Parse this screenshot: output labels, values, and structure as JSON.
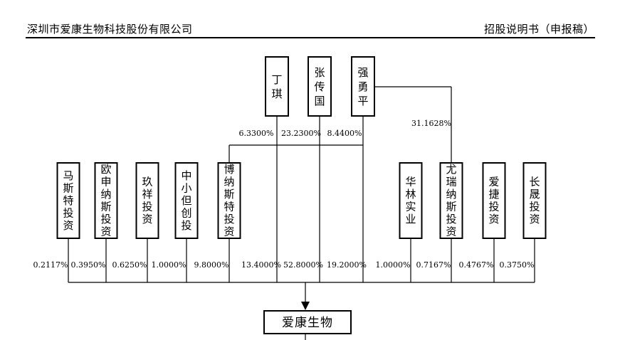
{
  "header": {
    "left": "深圳市爱康生物科技股份有限公司",
    "right": "招股说明书（申报稿）"
  },
  "top_shareholders": [
    {
      "id": "dingqi",
      "name": "丁琪"
    },
    {
      "id": "zhangchuanguo",
      "name": "张传国"
    },
    {
      "id": "qiangyongping",
      "name": "强勇平"
    }
  ],
  "bonaxi_holdings": [
    {
      "from": "丁琪",
      "pct": "6.3300%"
    },
    {
      "from": "张传国",
      "pct": "23.2300%"
    },
    {
      "from": "强勇平",
      "pct": "8.4400%"
    }
  ],
  "youruinasi_holding": {
    "from": "强勇平",
    "pct": "31.1628%"
  },
  "shareholders": [
    {
      "id": "masite",
      "name": "马斯特投资",
      "pct": "0.2117%"
    },
    {
      "id": "oushennasi",
      "name": "欧申纳斯投资",
      "pct": "0.3950%"
    },
    {
      "id": "jiuxiang",
      "name": "玖祥投资",
      "pct": "0.6250%"
    },
    {
      "id": "zhongxiaodanchuang",
      "name": "中小但创投",
      "pct": "1.0000%"
    },
    {
      "id": "bonasite",
      "name": "博纳斯特投资",
      "pct": "9.8000%"
    },
    {
      "id": "dingqi",
      "name": "丁琪",
      "pct": "13.4000%"
    },
    {
      "id": "zhangchuanguo",
      "name": "张传国",
      "pct": "52.8000%"
    },
    {
      "id": "qiangyongping",
      "name": "强勇平",
      "pct": "19.2000%"
    },
    {
      "id": "hualin",
      "name": "华林实业",
      "pct": "1.0000%"
    },
    {
      "id": "youruinasi",
      "name": "尤瑞纳斯投资",
      "pct": "0.7167%"
    },
    {
      "id": "aijie",
      "name": "爱捷投资",
      "pct": "0.4767%"
    },
    {
      "id": "changsheng",
      "name": "长晟投资",
      "pct": "0.3750%"
    }
  ],
  "company": {
    "name": "爱康生物"
  }
}
